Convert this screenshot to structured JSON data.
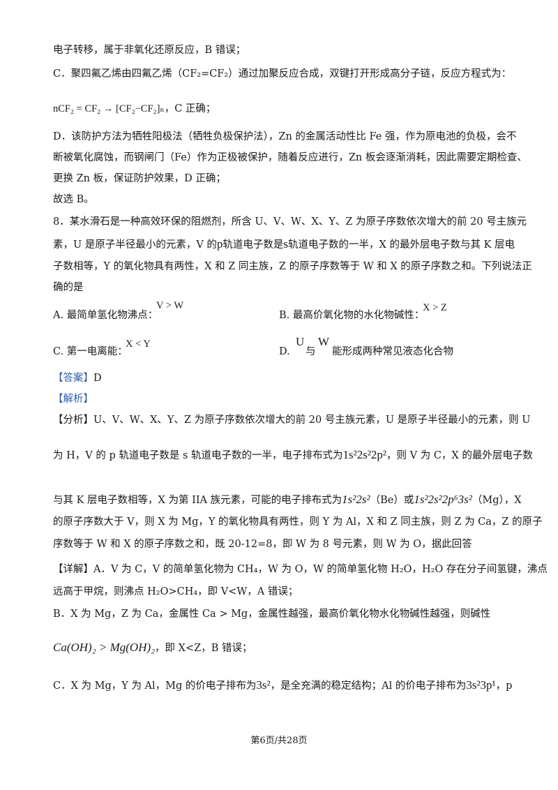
{
  "lines": {
    "l1": "电子转移，属于非氧化还原反应，B 错误；",
    "l2": "C．聚四氟乙烯由四氟乙烯（CF₂=CF₂）通过加聚反应合成，双键打开形成高分子链，反应方程式为：",
    "l3_eq": "nCF₂ = CF₂ → [CF₂−CF₂]ₙ",
    "l3_tail": "，C 正确；",
    "l4": "D．该防护方法为牺牲阳极法（牺牲负极保护法），Zn 的金属活动性比 Fe 强，作为原电池的负极，会不",
    "l5": "断被氧化腐蚀，而钢闸门（Fe）作为正极被保护，随着反应进行，Zn 板会逐渐消耗，因此需要定期检查、",
    "l6": "更换 Zn 板，保证防护效果，D 正确；",
    "l7": "故选 B。"
  },
  "question": {
    "q1": "8．某水滑石是一种高效环保的阻燃剂，所含 U、V、W、X、Y、Z 为原子序数依次增大的前 20 号主族元",
    "q2a": "素，U 是原子半径最小的元素，V 的",
    "q2_p": "p",
    "q2b": "轨道电子数是",
    "q2_s": "s",
    "q2c": "轨道电子数的一半，X 的最外层电子数与其 K 层电",
    "q3": "子数相等，Y 的氧化物具有两性，X 和 Z 同主族，Z 的原子序数等于 W 和 X 的原子序数之和。下列说法正",
    "q4": "确的是",
    "optA_label": "A. 最简单氢化物沸点：",
    "optA_math": "V > W",
    "optB_label": "B. 最高价氧化物的水化物碱性：",
    "optB_math": "X > Z",
    "optC_label": "C. 第一电离能：",
    "optC_math": "X < Y",
    "optD_label": "D.",
    "optD_U": "U",
    "optD_with": "与",
    "optD_W": "W",
    "optD_tail": "能形成两种常见液态化合物"
  },
  "answer": {
    "answer_tag": "【答案】",
    "answer_value": "D",
    "analysis_tag": "【解析】"
  },
  "analysis": {
    "a1": "【分析】U、V、W、X、Y、Z 为原子序数依次增大的前 20 号主族元素，U 是原子半径最小的元素，则 U",
    "a2a": "为 H，V 的 p 轨道电子数是 s 轨道电子数的一半，电子排布式为",
    "a2_conf": "1s²2s²2p²",
    "a2b": "，则 V 为 C，X 的最外层电子数",
    "a3a": "与其 K 层电子数相等，X 为第 IIA 族元素，可能的电子排布式为",
    "a3_conf1": "1s²2s²",
    "a3b": "（Be）或",
    "a3_conf2": "1s²2s²2p⁶3s²",
    "a3c": "（Mg），X",
    "a4": "的原子序数大于 V，则 X 为 Mg，Y 的氧化物具有两性，则 Y 为 Al，X 和 Z 同主族，则 Z 为 Ca，Z 的原子",
    "a5": "序数等于 W 和 X 的原子序数之和，既 20-12=8，即 W 为 8 号元素，则 W 为 O，据此回答"
  },
  "detail": {
    "d1": "【详解】A．V 为 C，V 的简单氢化物为 CH₄，W 为 O，W 的简单氢化物 H₂O，H₂O 存在分子间氢键，沸点",
    "d2": "远高于甲烷，则沸点 H₂O>CH₄，即 V<W，A 错误；",
    "d3": "B．X 为 Mg，Z 为 Ca，金属性 Ca > Mg，金属性越强，最高价氧化物水化物碱性越强，则碱性",
    "d4_math": "Ca(OH)₂ > Mg(OH)₂",
    "d4_tail": "，即 X<Z，B 错误；",
    "d5a": "C．X 为 Mg，Y 为 Al，Mg 的价电子排布为",
    "d5_c1": "3s²",
    "d5b": "，是全充满的稳定结构；Al 的价电子排布为",
    "d5_c2": "3s²3p¹",
    "d5c": "，p"
  },
  "footer": {
    "page": "第6页/共28页"
  },
  "colors": {
    "text": "#1a1a1a",
    "tag_blue": "#2e5dab"
  }
}
